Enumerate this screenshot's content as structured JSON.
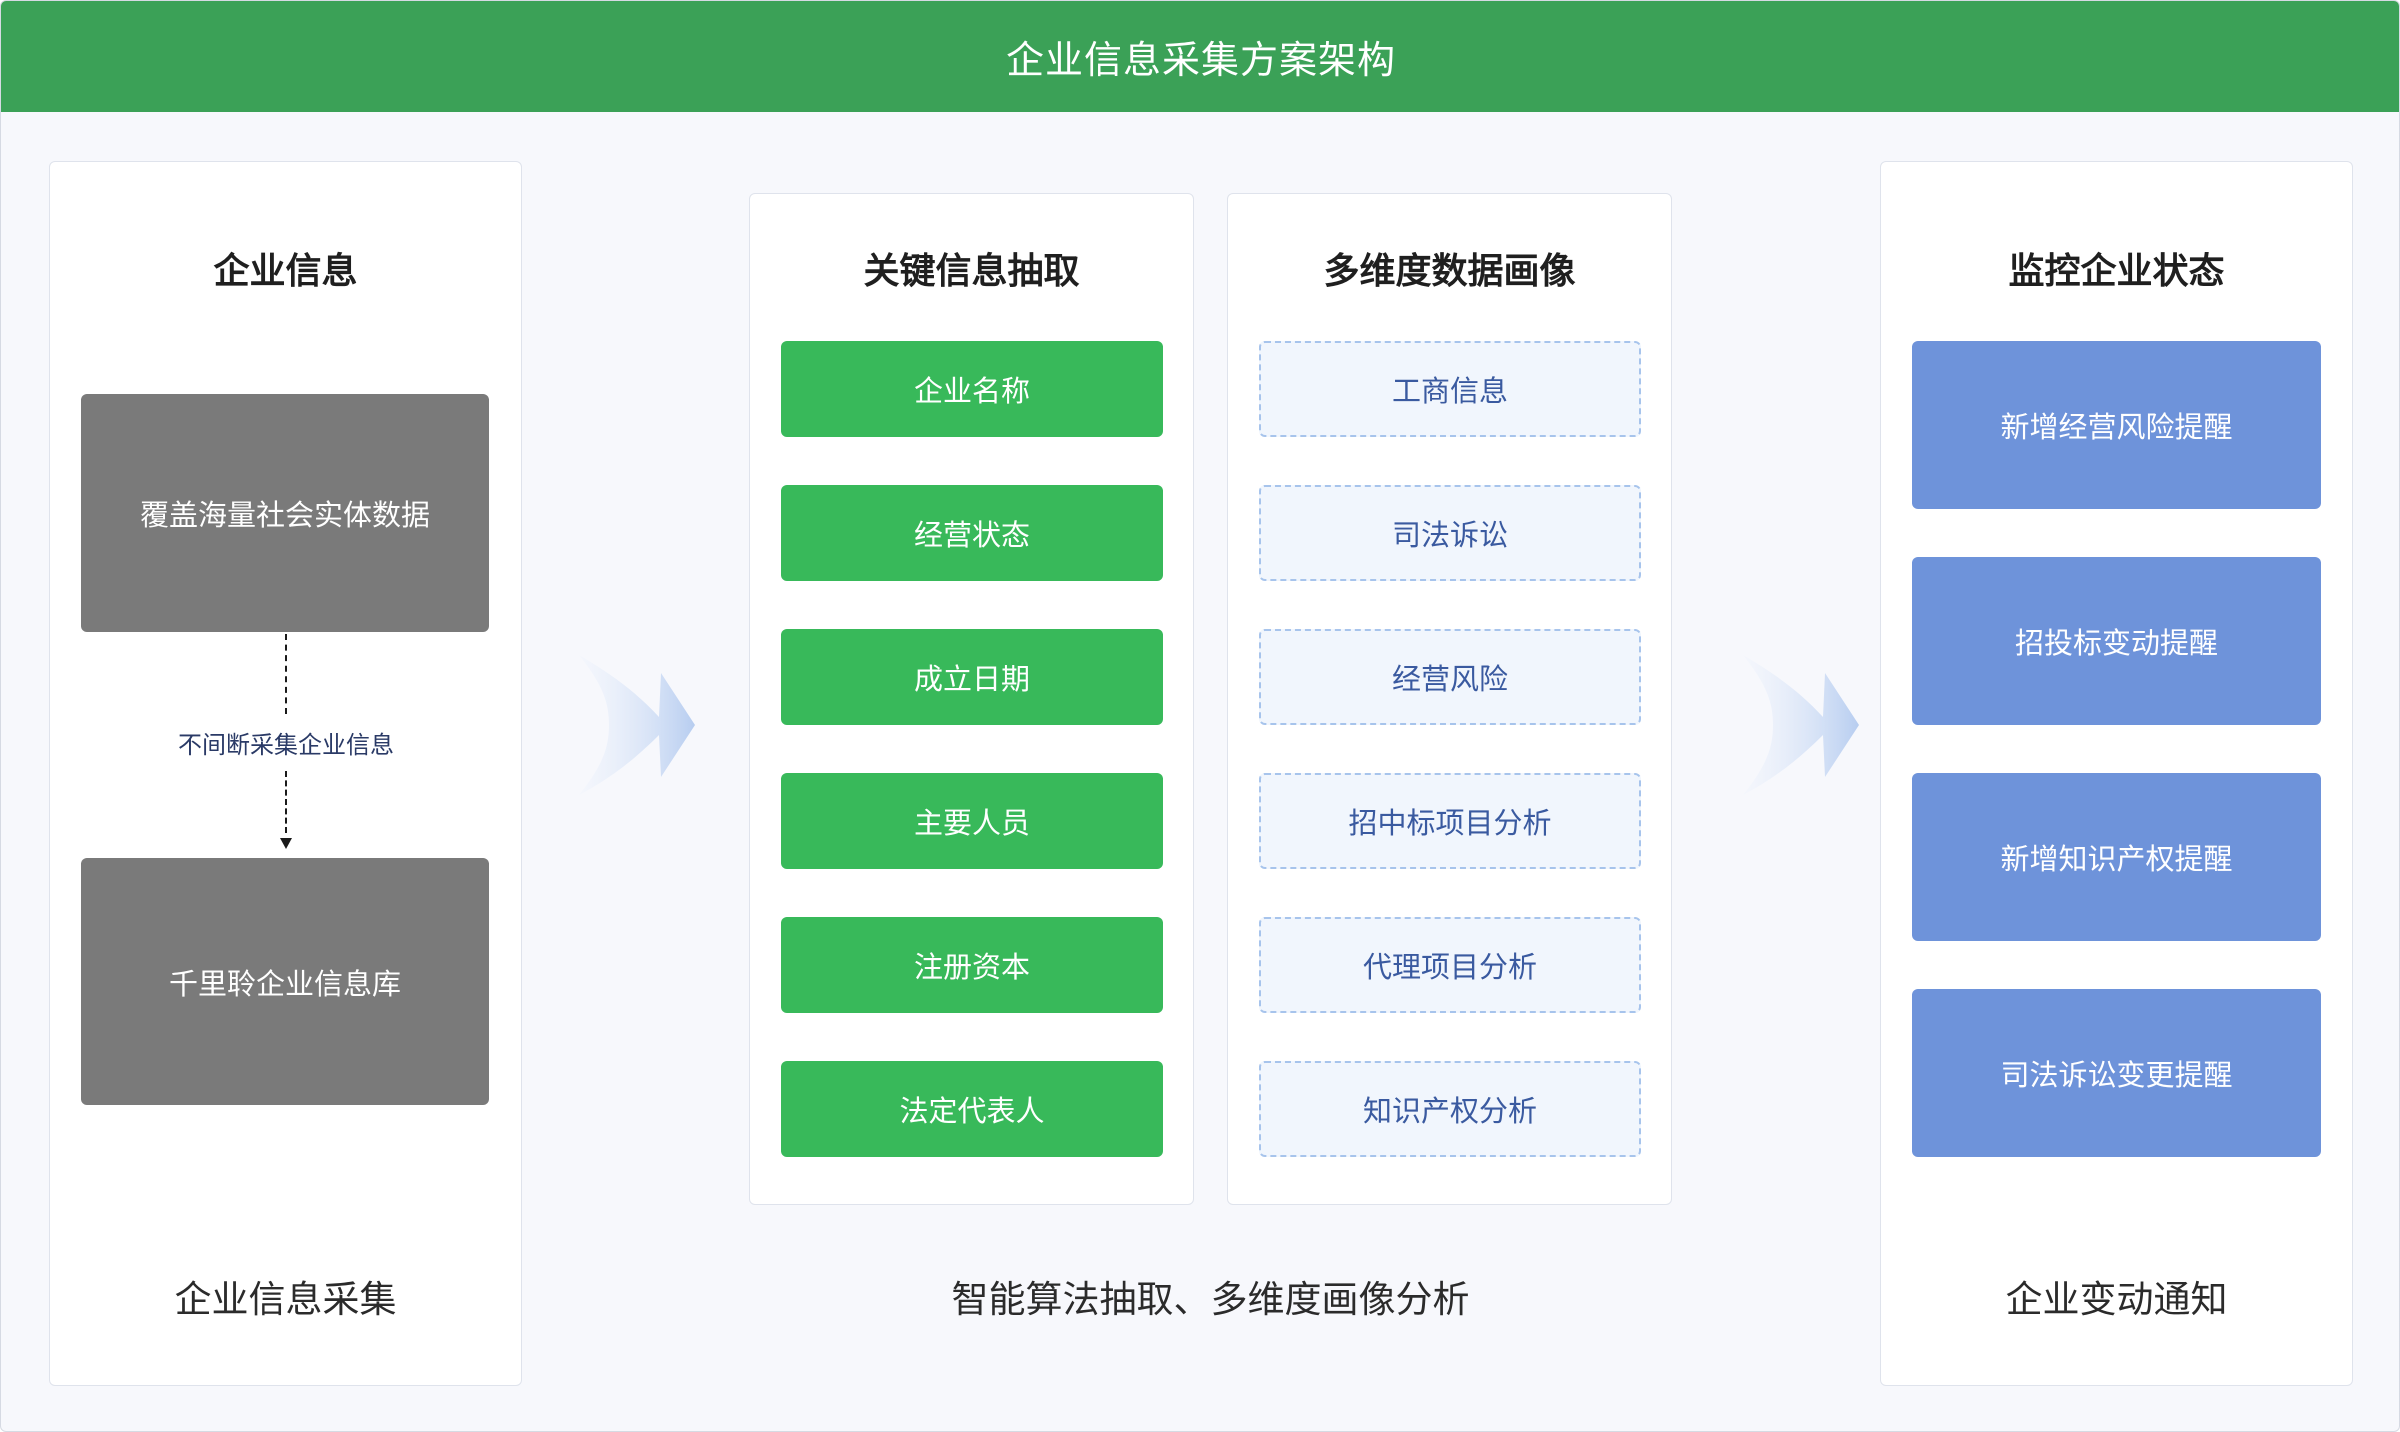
{
  "header": {
    "title": "企业信息采集方案架构"
  },
  "collect": {
    "title": "企业信息",
    "source": "覆盖海量社会实体数据",
    "flow_label": "不间断采集企业信息",
    "library": "千里聆企业信息库",
    "footer": "企业信息采集"
  },
  "extract": {
    "title": "关键信息抽取",
    "items": [
      "企业名称",
      "经营状态",
      "成立日期",
      "主要人员",
      "注册资本",
      "法定代表人"
    ]
  },
  "portrait": {
    "title": "多维度数据画像",
    "items": [
      "工商信息",
      "司法诉讼",
      "经营风险",
      "招中标项目分析",
      "代理项目分析",
      "知识产权分析"
    ]
  },
  "middle_footer": "智能算法抽取、多维度画像分析",
  "monitor": {
    "title": "监控企业状态",
    "items": [
      "新增经营风险提醒",
      "招投标变动提醒",
      "新增知识产权提醒",
      "司法诉讼变更提醒"
    ],
    "footer": "企业变动通知"
  },
  "colors": {
    "header": "#3ba157",
    "green_box": "#38b95a",
    "gray_box": "#7a7a7a",
    "blue_box": "#6e93da",
    "dashed_border": "#a7c4ec"
  }
}
